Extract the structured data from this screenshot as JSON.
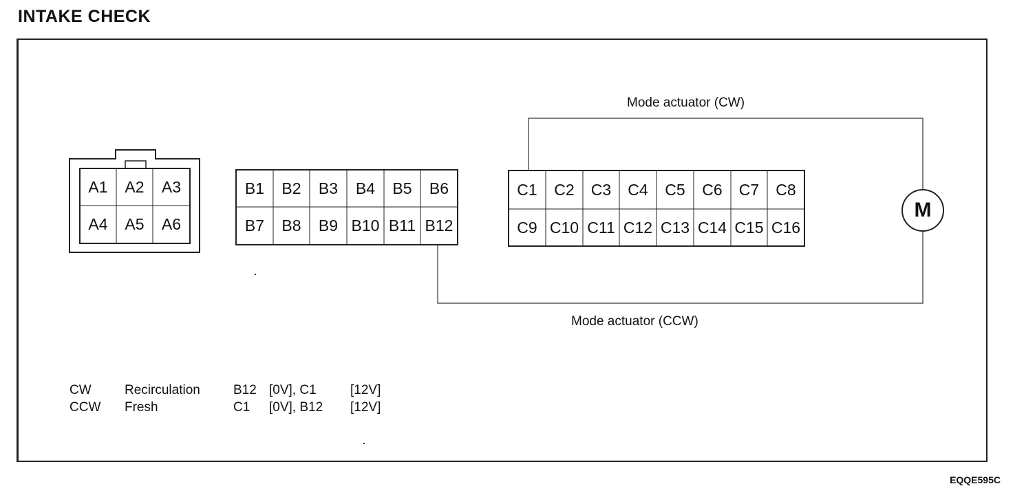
{
  "title": "INTAKE CHECK",
  "connector_a": [
    [
      "A1",
      "A2",
      "A3"
    ],
    [
      "A4",
      "A5",
      "A6"
    ]
  ],
  "connector_b": [
    [
      "B1",
      "B2",
      "B3",
      "B4",
      "B5",
      "B6"
    ],
    [
      "B7",
      "B8",
      "B9",
      "B10",
      "B11",
      "B12"
    ]
  ],
  "connector_c": [
    [
      "C1",
      "C2",
      "C3",
      "C4",
      "C5",
      "C6",
      "C7",
      "C8"
    ],
    [
      "C9",
      "C10",
      "C11",
      "C12",
      "C13",
      "C14",
      "C15",
      "C16"
    ]
  ],
  "motor_label": "M",
  "wire_cw_label": "Mode actuator (CW)",
  "wire_ccw_label": "Mode actuator (CCW)",
  "legend": [
    {
      "direction": "CW",
      "mode": "Recirculation",
      "pin1": "B12",
      "v1": "[0V], C1",
      "v2": "[12V]"
    },
    {
      "direction": "CCW",
      "mode": "Fresh",
      "pin1": "C1",
      "v1": "[0V], B12",
      "v2": "[12V]"
    }
  ],
  "figure_code": "EQQE595C"
}
